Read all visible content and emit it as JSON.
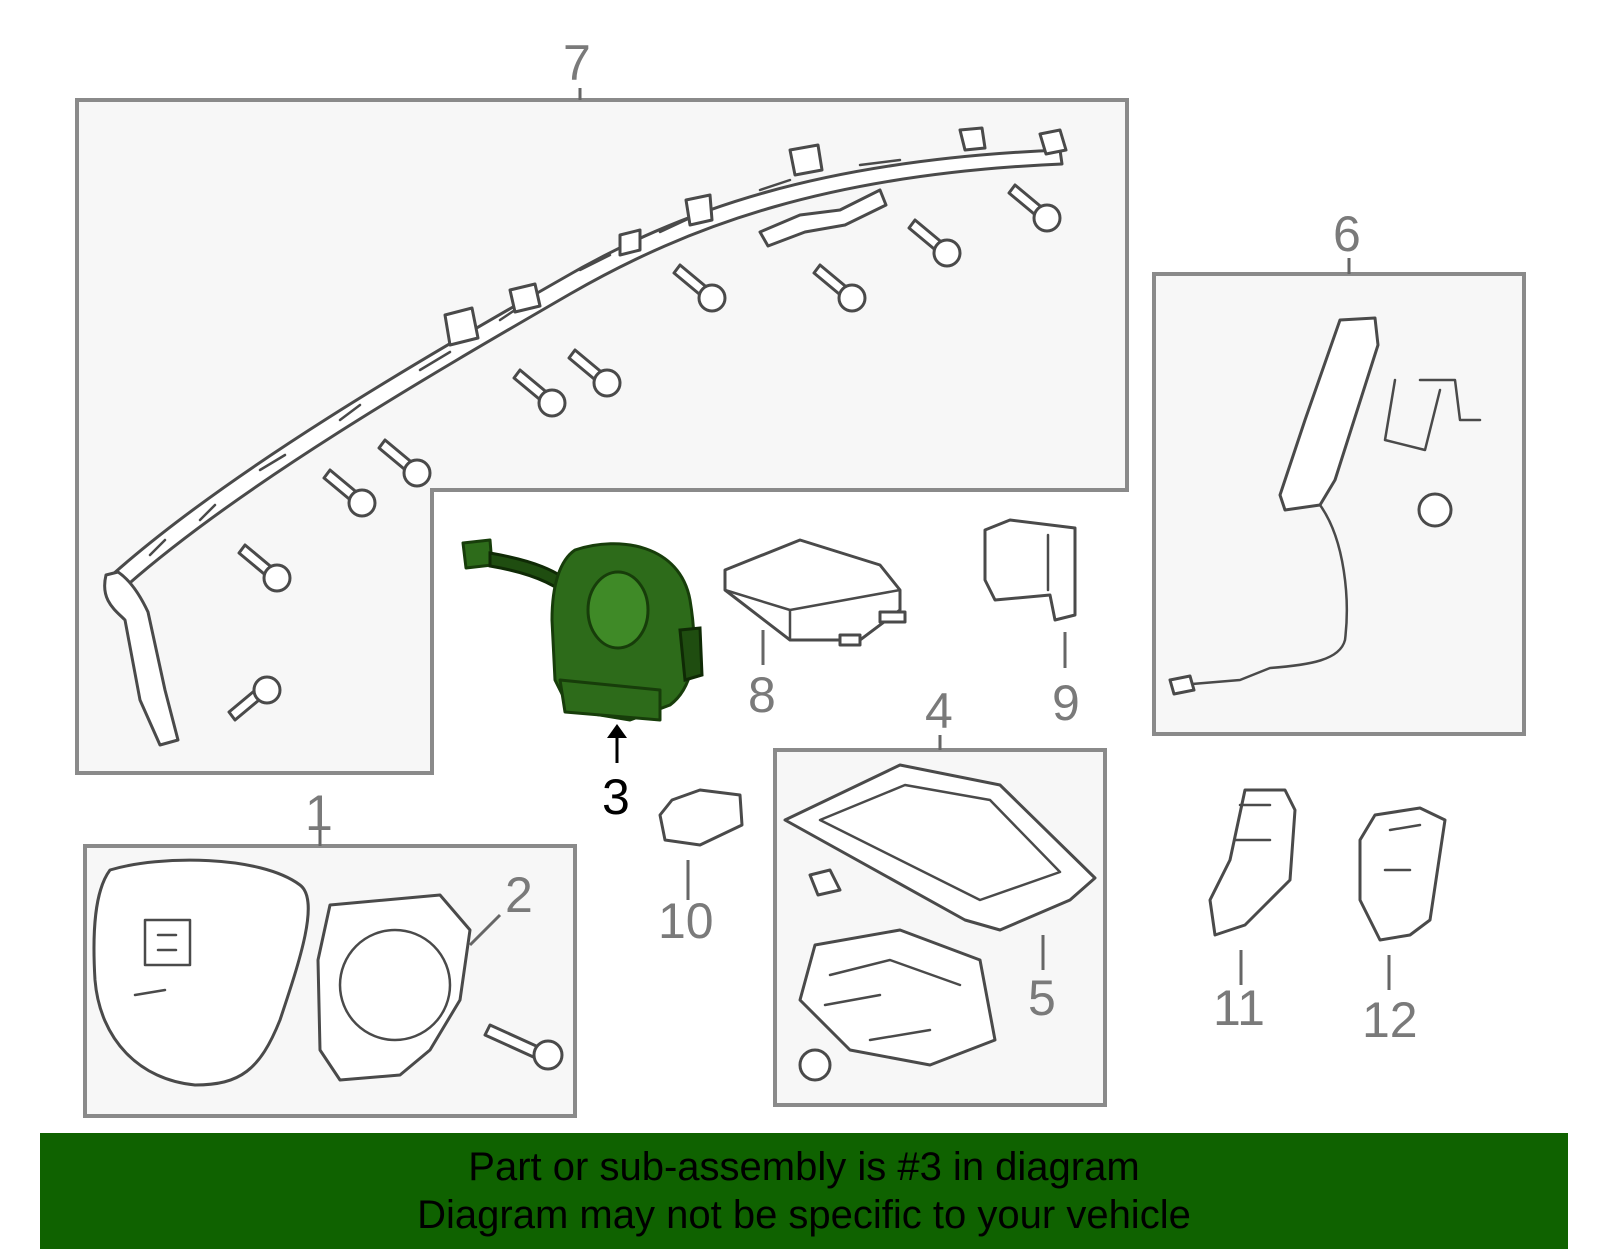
{
  "labels": {
    "p1": "1",
    "p2": "2",
    "p3": "3",
    "p4": "4",
    "p5": "5",
    "p6": "6",
    "p7": "7",
    "p8": "8",
    "p9": "9",
    "p10": "10",
    "p11": "11",
    "p12": "12"
  },
  "highlighted_part": "3",
  "colors": {
    "highlight": "#2d6b1a",
    "banner": "#0f6200"
  },
  "banner": {
    "line1": "Part or sub-assembly is #3 in diagram",
    "line2": "Diagram may not be specific to your vehicle"
  }
}
